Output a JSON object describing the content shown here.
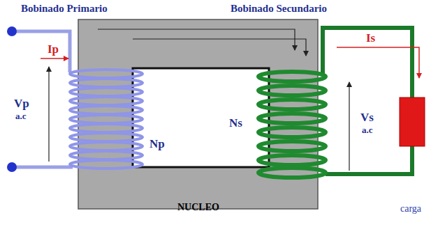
{
  "diagram": {
    "nodes": [
      {
        "text": [
          "NUCLEO"
        ]
      },
      {
        "text": [
          "carga"
        ]
      }
    ],
    "labels": [
      "Bobinado Primario",
      "Bobinado Secundario",
      "Ip",
      "Is",
      "Vp",
      "a.c",
      "Np",
      "Ns",
      "Vs",
      "a.c"
    ]
  }
}
